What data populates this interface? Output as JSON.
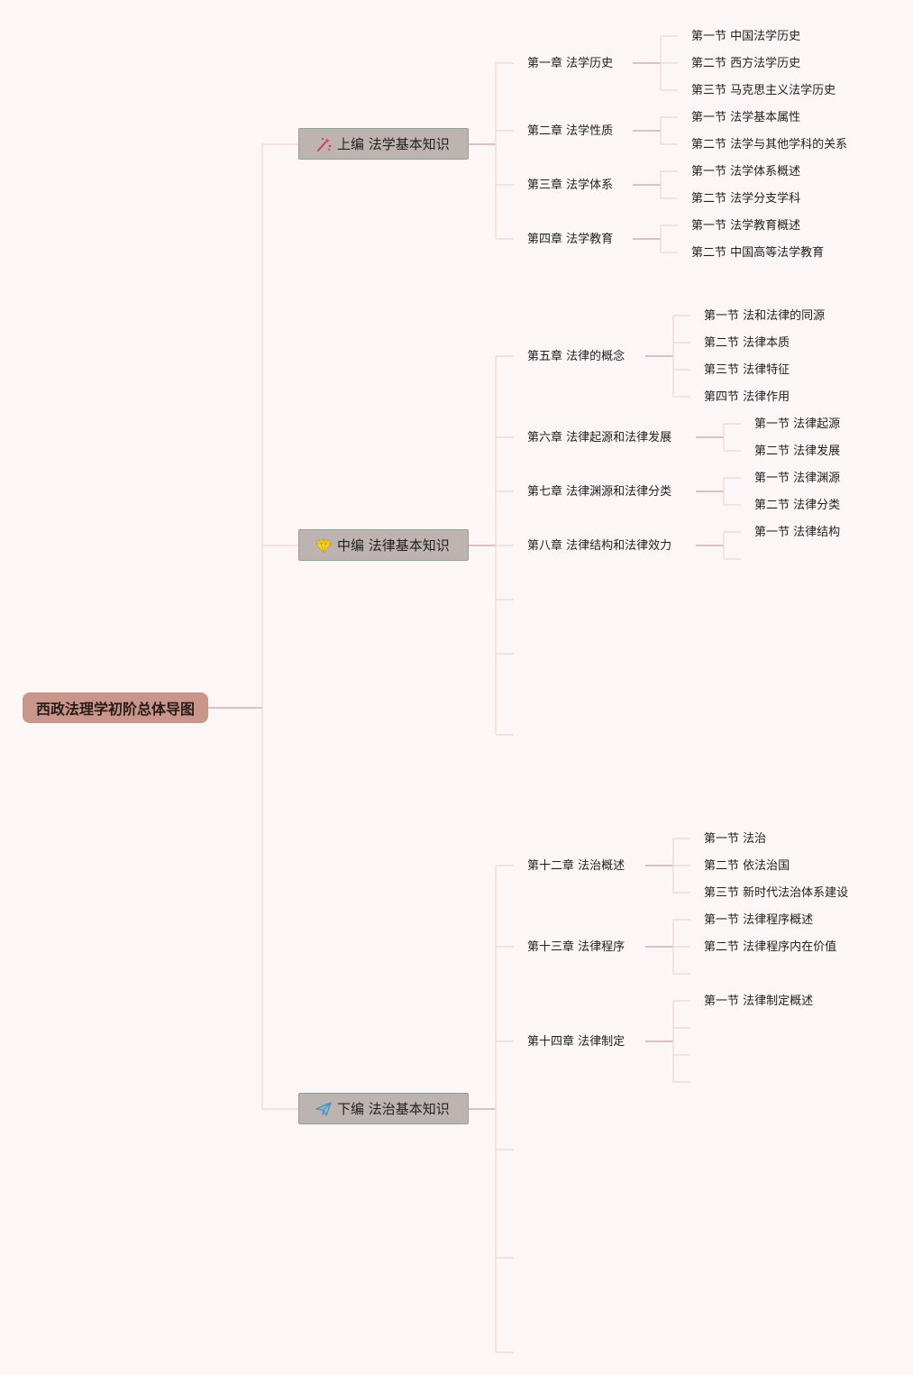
{
  "root": {
    "label": "西政法理学初阶总体导图"
  },
  "parts": [
    {
      "label": "上编 法学基本知识",
      "icon": "magic-wand-icon",
      "icon_color": "#d43b55"
    },
    {
      "label": "中编 法律基本知识",
      "icon": "diamond-icon",
      "icon_color": "#f2d22e"
    },
    {
      "label": "下编 法治基本知识",
      "icon": "paper-plane-icon",
      "icon_color": "#4a98c9"
    }
  ],
  "chapters": [
    {
      "label": "第一章 法学历史",
      "sections": [
        "第一节 中国法学历史",
        "第二节 西方法学历史",
        "第三节 马克思主义法学历史"
      ]
    },
    {
      "label": "第二章 法学性质",
      "sections": [
        "第一节 法学基本属性",
        "第二节 法学与其他学科的关系"
      ]
    },
    {
      "label": "第三章 法学体系",
      "sections": [
        "第一节 法学体系概述",
        "第二节 法学分支学科"
      ]
    },
    {
      "label": "第四章 法学教育",
      "sections": [
        "第一节 法学教育概述",
        "第二节 中国高等法学教育"
      ]
    },
    {
      "label": "第五章 法律的概念",
      "sections": [
        "第一节 法和法律的同源",
        "第二节 法律本质",
        "第三节 法律特征",
        "第四节 法律作用"
      ]
    },
    {
      "label": "第六章 法律起源和法律发展",
      "sections": [
        "第一节 法律起源",
        "第二节 法律发展"
      ]
    },
    {
      "label": "第七章 法律渊源和法律分类",
      "sections": [
        "第一节 法律渊源",
        "第二节 法律分类"
      ]
    },
    {
      "label": "第八章 法律结构和法律效力",
      "sections": [
        "第一节 法律结构"
      ]
    },
    {
      "label": "第十二章 法治概述",
      "sections": [
        "第一节 法治",
        "第二节 依法治国",
        "第三节 新时代法治体系建设"
      ]
    },
    {
      "label": "第十三章 法律程序",
      "sections": [
        "第一节 法律程序概述",
        "第二节 法律程序内在价值"
      ]
    },
    {
      "label": "第十四章 法律制定",
      "sections": [
        "第一节 法律制定概述"
      ]
    }
  ],
  "colors": {
    "root_fill": "#c9968b",
    "part_fill": "#bdb3b1",
    "part_border": "#8da39a",
    "line_dark": "#c5a49c",
    "line_light": "#ecd7d1",
    "background": "#fcf7f6"
  }
}
